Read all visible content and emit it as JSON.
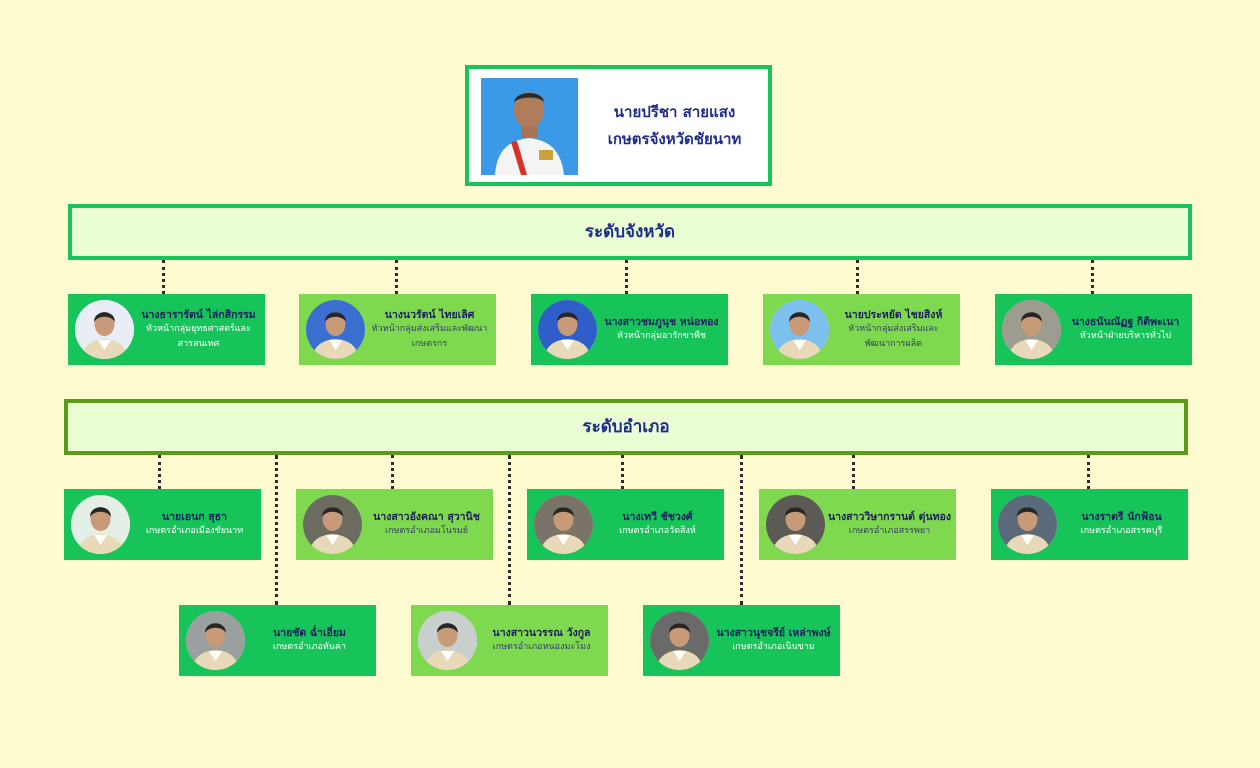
{
  "chief": {
    "name": "นายปรีชา สายแสง",
    "title": "เกษตรจังหวัดชัยนาท"
  },
  "levels": {
    "province": "ระดับจังหวัด",
    "district": "ระดับอำเภอ"
  },
  "province_staff": [
    {
      "name": "นางธารารัตน์ ไล่กสิกรรม",
      "title": "หัวหน้ากลุ่มยุทธศาสตร์และสารสนเทศ",
      "style": "dark"
    },
    {
      "name": "นางนวรัตน์ ไทยเลิศ",
      "title": "หัวหน้ากลุ่มส่งเสริมและพัฒนาเกษตรกร",
      "style": "light"
    },
    {
      "name": "นางสาวชมภูนุช หน่อทอง",
      "title": "หัวหน้ากลุ่มอารักขาพืช",
      "style": "dark"
    },
    {
      "name": "นายประหยัด ไชยสิงห์",
      "title": "หัวหน้ากลุ่มส่งเสริมและพัฒนาการผลิต",
      "style": "light"
    },
    {
      "name": "นางธนันณัฏฐ กิติพะเนา",
      "title": "หัวหน้าฝ่ายบริหารทั่วไป",
      "style": "dark"
    }
  ],
  "district_staff_row1": [
    {
      "name": "นายเอนก สุธา",
      "title": "เกษตรอำเภอเมืองชัยนาท",
      "style": "dark"
    },
    {
      "name": "นางสาวอังคณา สุวานิช",
      "title": "เกษตรอำเภอมโนรมย์",
      "style": "light"
    },
    {
      "name": "นางเทวี ชัชวงศ์",
      "title": "เกษตรอำเภอวัดสิงห์",
      "style": "dark"
    },
    {
      "name": "นางสาววิษากรานต์ ตุ่นทอง",
      "title": "เกษตรอำเภอสรรพยา",
      "style": "light"
    },
    {
      "name": "นางราตรี นักฟ้อน",
      "title": "เกษตรอำเภอสรรคบุรี",
      "style": "dark"
    }
  ],
  "district_staff_row2": [
    {
      "name": "นายชัด  ฉ่ำเอี่ยม",
      "title": "เกษตรอำเภอหันคา",
      "style": "dark"
    },
    {
      "name": "นางสาวนวรรณ วังกูล",
      "title": "เกษตรอำเภอหนองมะโมง",
      "style": "light"
    },
    {
      "name": "นางสาวนุชจรีย์ เหล่าพงษ์",
      "title": "เกษตรอำเภอเนินขาม",
      "style": "dark"
    }
  ],
  "colors": {
    "background": "#fffbd0",
    "card_dark": "#16c45a",
    "card_light": "#7fd94e",
    "banner_fill": "#ebfdd3",
    "text_navy": "#1f2d8a"
  }
}
